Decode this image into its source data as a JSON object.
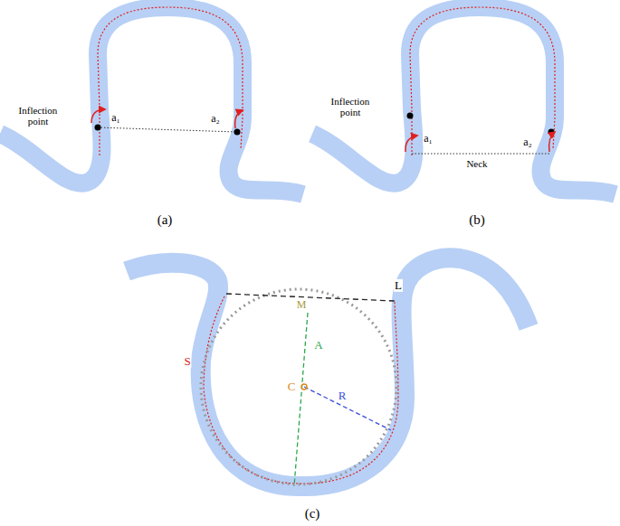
{
  "diagram": {
    "labels": [
      "Inflection point",
      "a₁",
      "a₂",
      "(a)",
      "Inflection point",
      "a₁",
      "a₂",
      "Neck",
      "(b)",
      "L",
      "M",
      "A",
      "C",
      "R",
      "S",
      "(c)"
    ]
  }
}
